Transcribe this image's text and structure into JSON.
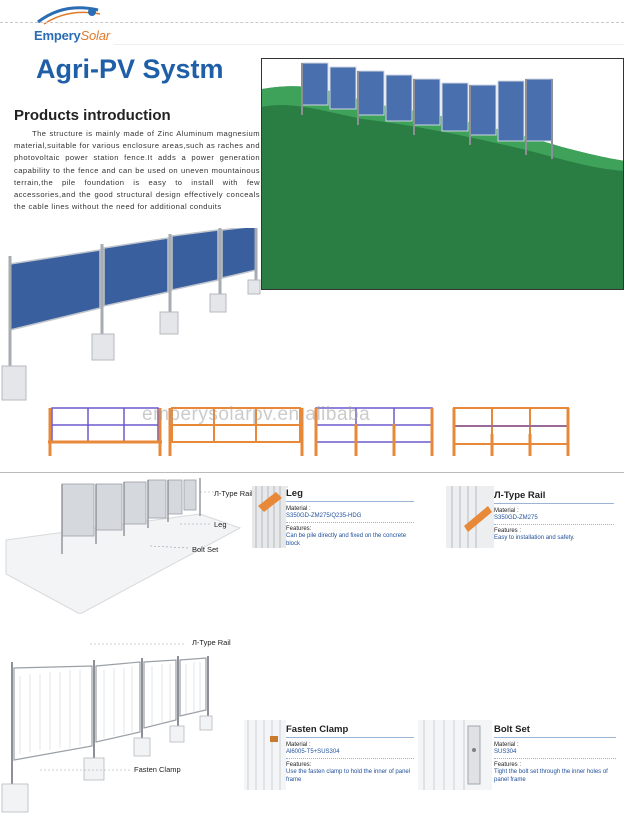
{
  "header": {
    "brand_main": "Empery",
    "brand_accent": "Solar",
    "title": "Agri-PV Systm"
  },
  "intro": {
    "heading": "Products introduction",
    "body": "The structure is mainly made of Zinc Aluminum magnesium material,suitable for various enclosure areas,such as raches and photovoltaic power station fence.It adds a power generation capability to the fence and can be used on uneven mountainous terrain,the pile foundation is easy to install with few accessories,and the good structural design effectively conceals the cable lines without the need for additional conduits"
  },
  "watermark": "emperysolarpv.en.alibaba",
  "diagram1": {
    "callout_rail": "Л-Type Rail",
    "callout_leg": "Leg",
    "callout_bolt": "Bolt Set"
  },
  "diagram2": {
    "callout_rail": "Л-Type Rail",
    "callout_clamp": "Fasten Clamp"
  },
  "cards": {
    "leg": {
      "title": "Leg",
      "material_label": "Material :",
      "material": "S350GD-ZM275/Q235-HDG",
      "features_label": "Features:",
      "features": "Can be pile directly and fixed on the concrete block"
    },
    "rail": {
      "title": "Л-Type Rail",
      "material_label": "Material :",
      "material": "S350GD-ZM275",
      "features_label": "Features :",
      "features": "Easy to installation and safety."
    },
    "clamp": {
      "title": "Fasten Clamp",
      "material_label": "Material :",
      "material": "Al6005-T5+SUS304",
      "features_label": "Features:",
      "features": "Use the fasten clamp to hold the inner of panel frame"
    },
    "bolt": {
      "title": "Bolt Set",
      "material_label": "Material :",
      "material": "SUS304",
      "features_label": "Features :",
      "features": "Tight the bolt set through the inner holes of panel frame"
    }
  },
  "colors": {
    "brand_blue": "#1f5fa8",
    "frame_orange": "#e8893a",
    "frame_purple": "#6a5acd",
    "grass_green": "#2e8b4a",
    "panel_blue": "#3a5f9e"
  }
}
